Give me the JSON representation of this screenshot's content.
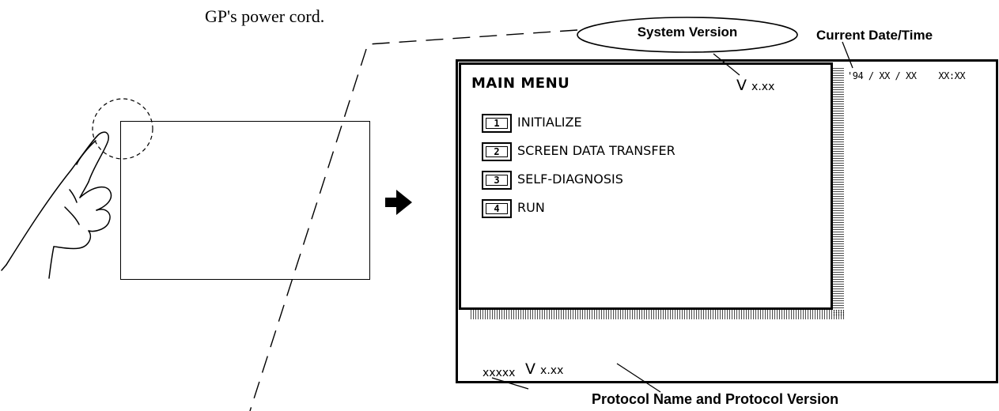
{
  "intro_text": "GP's power cord.",
  "callouts": {
    "system_version": "System Version",
    "current_date_time": "Current Date/Time",
    "protocol": "Protocol Name and Protocol Version"
  },
  "gp_screen": {
    "title": "MAIN MENU",
    "version_prefix": "V",
    "version_value": "x.xx",
    "date_time": "'94 / XX / XX",
    "time": "XX:XX",
    "menu_items": [
      {
        "key": "1",
        "label": "INITIALIZE"
      },
      {
        "key": "2",
        "label": "SCREEN DATA TRANSFER"
      },
      {
        "key": "3",
        "label": "SELF-DIAGNOSIS"
      },
      {
        "key": "4",
        "label": "RUN"
      }
    ],
    "protocol_name": "xxxxx",
    "protocol_version_prefix": "V",
    "protocol_version_value": "x.xx"
  },
  "icons": {
    "hand": "hand-touch-icon",
    "arrow": "right-arrow-icon"
  }
}
